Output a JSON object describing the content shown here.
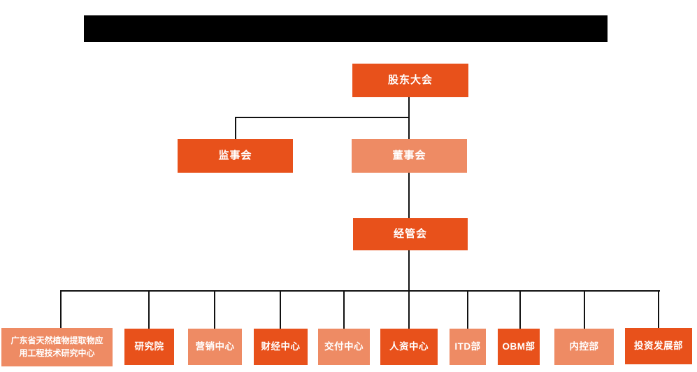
{
  "colors": {
    "background": "#ffffff",
    "header_bar": "#000000",
    "node_primary": "#e8511b",
    "node_secondary": "#ee8b64",
    "node_text": "#ffffff",
    "connector": "#111111"
  },
  "chart_type": "org-chart",
  "nodes": {
    "shareholders": {
      "label": "股东大会"
    },
    "supervisory": {
      "label": "监事会"
    },
    "board": {
      "label": "董事会"
    },
    "management": {
      "label": "经管会"
    }
  },
  "departments": [
    {
      "label": "广东省天然植物提取物应用工程技术研究中心"
    },
    {
      "label": "研究院"
    },
    {
      "label": "营销中心"
    },
    {
      "label": "财经中心"
    },
    {
      "label": "交付中心"
    },
    {
      "label": "人资中心"
    },
    {
      "label": "ITD部"
    },
    {
      "label": "OBM部"
    },
    {
      "label": "内控部"
    },
    {
      "label": "投资发展部"
    }
  ]
}
